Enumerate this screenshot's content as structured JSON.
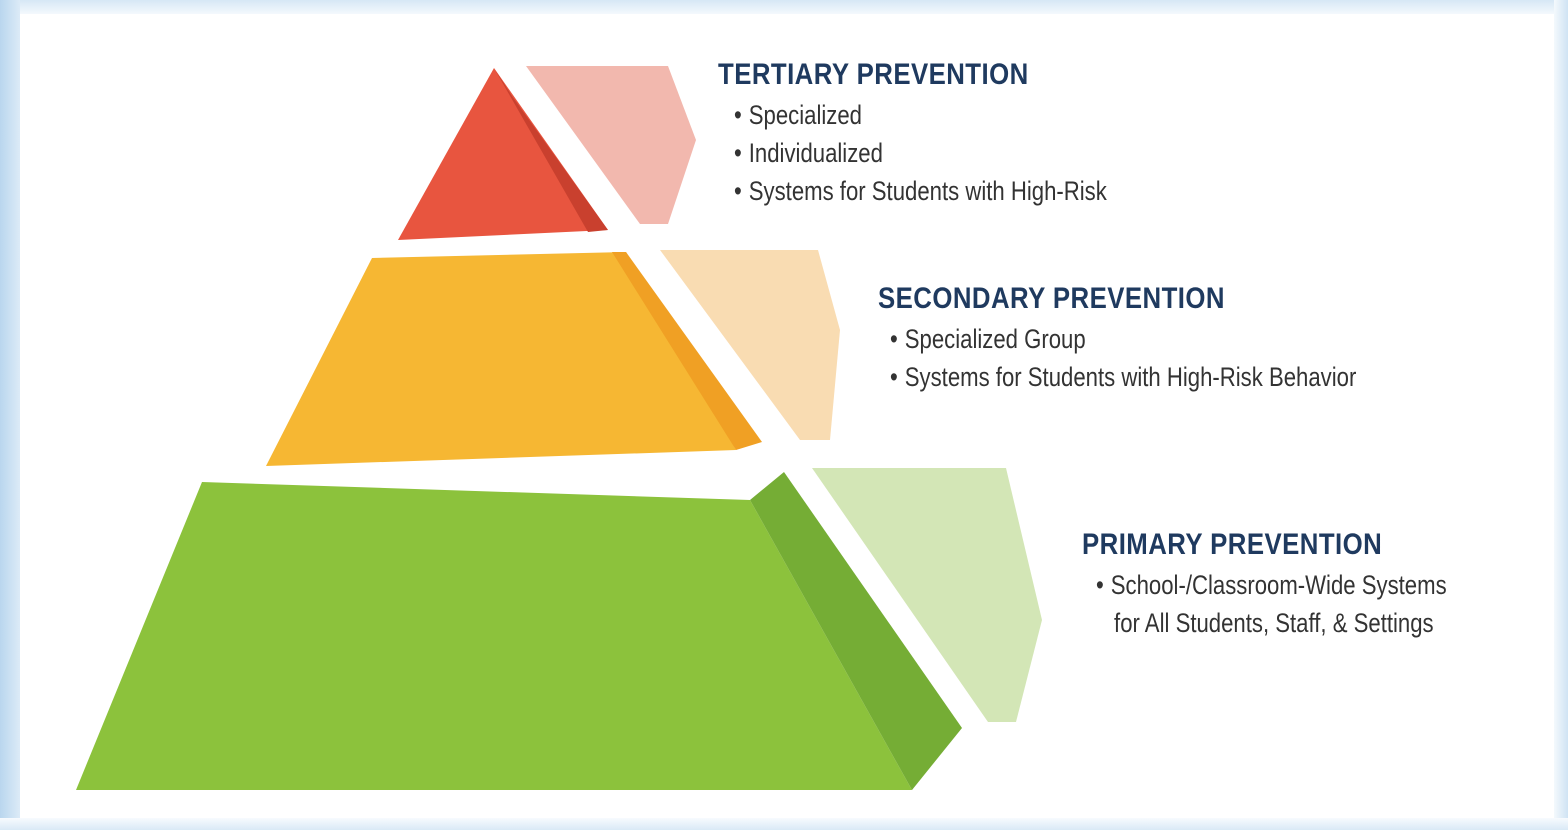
{
  "colors": {
    "tertiary_front": "#e8553f",
    "tertiary_side": "#c9402e",
    "tertiary_label_panel": "#f2b8ae",
    "secondary_front": "#f6b733",
    "secondary_side": "#f0a024",
    "secondary_label_panel": "#f9dcb2",
    "primary_front": "#8cc23c",
    "primary_side": "#75ad35",
    "primary_label_panel": "#d3e6b6",
    "title_text": "#1f3a5f",
    "body_text": "#333333"
  },
  "tiers": {
    "tertiary": {
      "title": "TERTIARY PREVENTION",
      "bullets": [
        "Specialized",
        "Individualized",
        "Systems for Students with High-Risk"
      ]
    },
    "secondary": {
      "title": "SECONDARY PREVENTION",
      "bullets": [
        "Specialized Group",
        "Systems for Students with High-Risk Behavior"
      ]
    },
    "primary": {
      "title": "PRIMARY PREVENTION",
      "bullets": [
        "School-/Classroom-Wide Systems",
        "for All Students, Staff, & Settings"
      ]
    }
  }
}
